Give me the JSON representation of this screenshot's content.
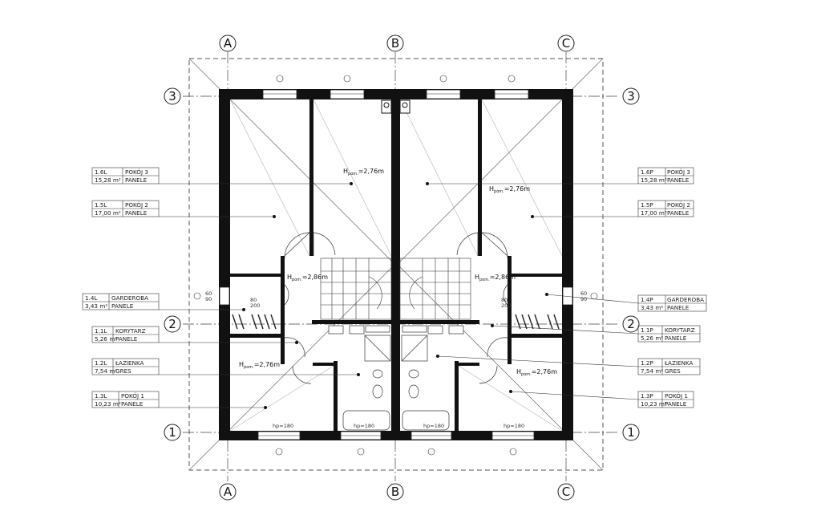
{
  "axes": {
    "vertical": [
      "A",
      "B",
      "C"
    ],
    "horizontal": [
      "3",
      "2",
      "1"
    ]
  },
  "room_height": "H",
  "room_height_sub": "pom.",
  "room_height_values": [
    "=2,76m",
    "=2,76m",
    "=2,86m",
    "=2,86m",
    "=2,76m",
    "=2,76m"
  ],
  "rooms_left": [
    {
      "id": "1.6L",
      "name": "POKÓJ 3",
      "area": "15,28",
      "unit": "m²",
      "floor": "PANELE"
    },
    {
      "id": "1.5L",
      "name": "POKÓJ 2",
      "area": "17,00",
      "unit": "m²",
      "floor": "PANELE"
    },
    {
      "id": "1.4L",
      "name": "GARDEROBA",
      "area": "3,43",
      "unit": "m²",
      "floor": "PANELE"
    },
    {
      "id": "1.1L",
      "name": "KORYTARZ",
      "area": "5,26",
      "unit": "m²",
      "floor": "PANELE"
    },
    {
      "id": "1.2L",
      "name": "ŁAZIENKA",
      "area": "7,54",
      "unit": "m²",
      "floor": "GRES"
    },
    {
      "id": "1.3L",
      "name": "POKÓJ 1",
      "area": "10,23",
      "unit": "m²",
      "floor": "PANELE"
    }
  ],
  "rooms_right": [
    {
      "id": "1.6P",
      "name": "POKÓJ 3",
      "area": "15,28",
      "unit": "m²",
      "floor": "PANELE"
    },
    {
      "id": "1.5P",
      "name": "POKÓJ 2",
      "area": "17,00",
      "unit": "m²",
      "floor": "PANELE"
    },
    {
      "id": "1.4P",
      "name": "GARDEROBA",
      "area": "3,43",
      "unit": "m²",
      "floor": "PANELE"
    },
    {
      "id": "1.1P",
      "name": "KORYTARZ",
      "area": "5,26",
      "unit": "m²",
      "floor": "PANELE"
    },
    {
      "id": "1.2P",
      "name": "ŁAZIENKA",
      "area": "7,54",
      "unit": "m²",
      "floor": "GRES"
    },
    {
      "id": "1.3P",
      "name": "POKÓJ 1",
      "area": "10,23",
      "unit": "m²",
      "floor": "PANELE"
    }
  ],
  "door_labels": [
    "80",
    "200",
    "60",
    "90",
    "hp=180"
  ],
  "colors": {
    "wall": "#111111",
    "line": "#333333",
    "dash": "#555555"
  }
}
